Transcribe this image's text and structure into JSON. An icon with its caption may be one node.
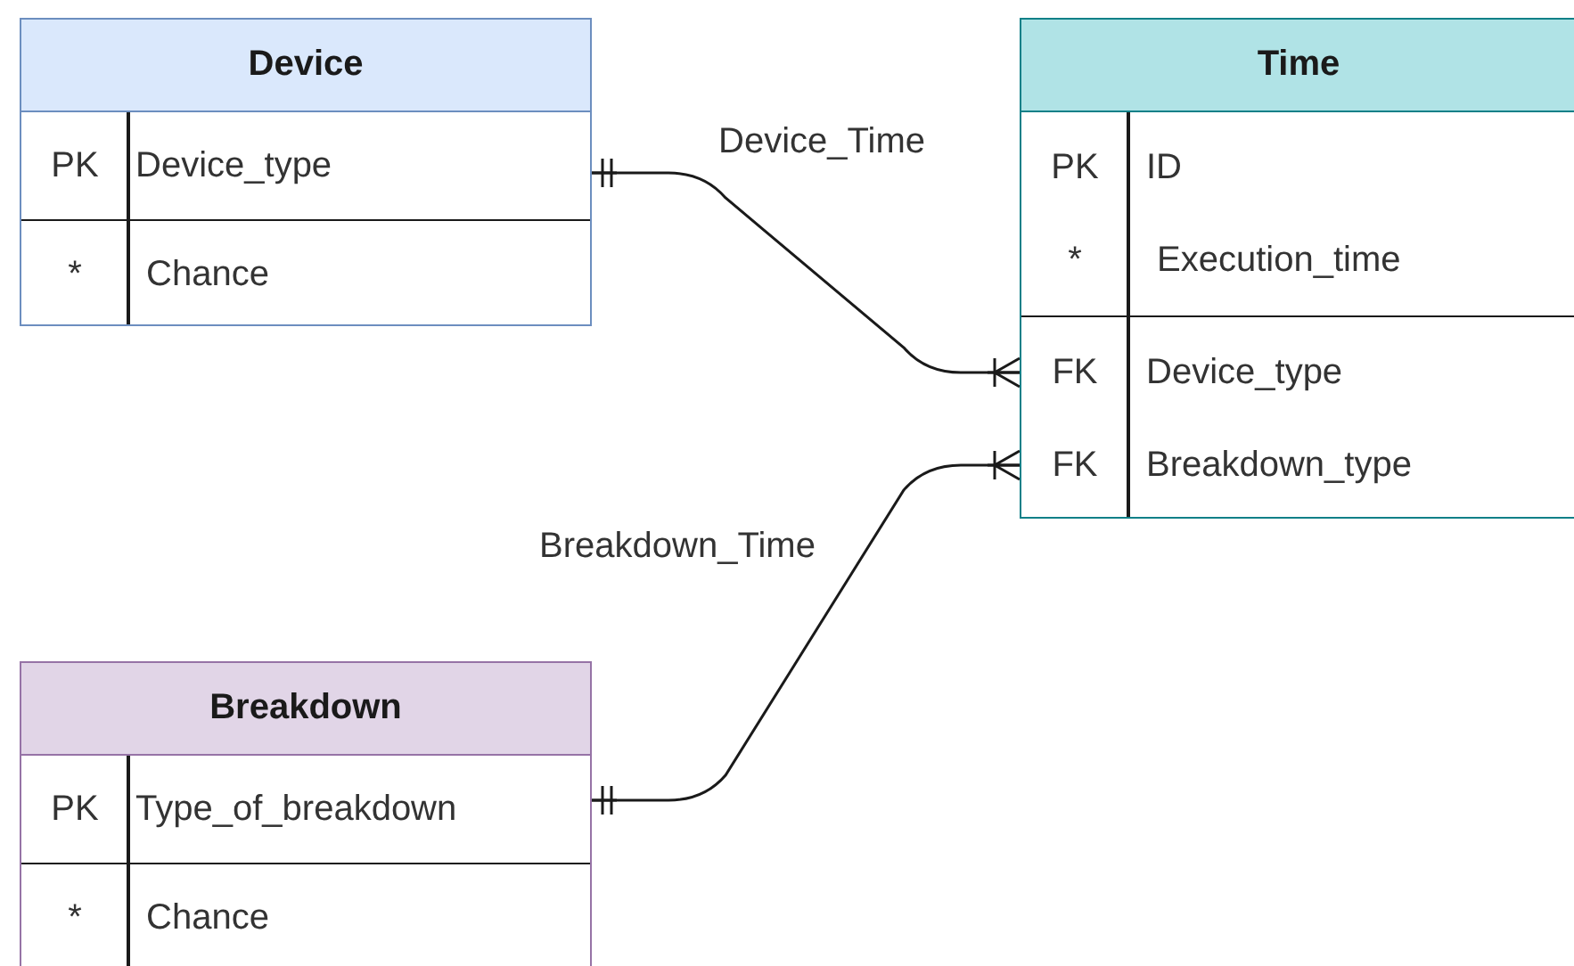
{
  "diagram": {
    "nodes": [
      {
        "text": [
          "Device",
          "PK",
          "Device_type",
          "*",
          "Chance"
        ]
      },
      {
        "text": [
          "Time",
          "PK",
          "ID",
          "*",
          "Execution_time",
          "FK",
          "Device_type",
          "FK",
          "Breakdown_type"
        ]
      },
      {
        "text": [
          "Breakdown",
          "PK",
          "Type_of_breakdown",
          "*",
          "Chance"
        ]
      }
    ],
    "edges": [
      {
        "from": 0,
        "to": 1,
        "arrow": "other",
        "label": "Device_Time"
      },
      {
        "from": 2,
        "to": 1,
        "arrow": "other",
        "label": "Breakdown_Time"
      }
    ]
  }
}
